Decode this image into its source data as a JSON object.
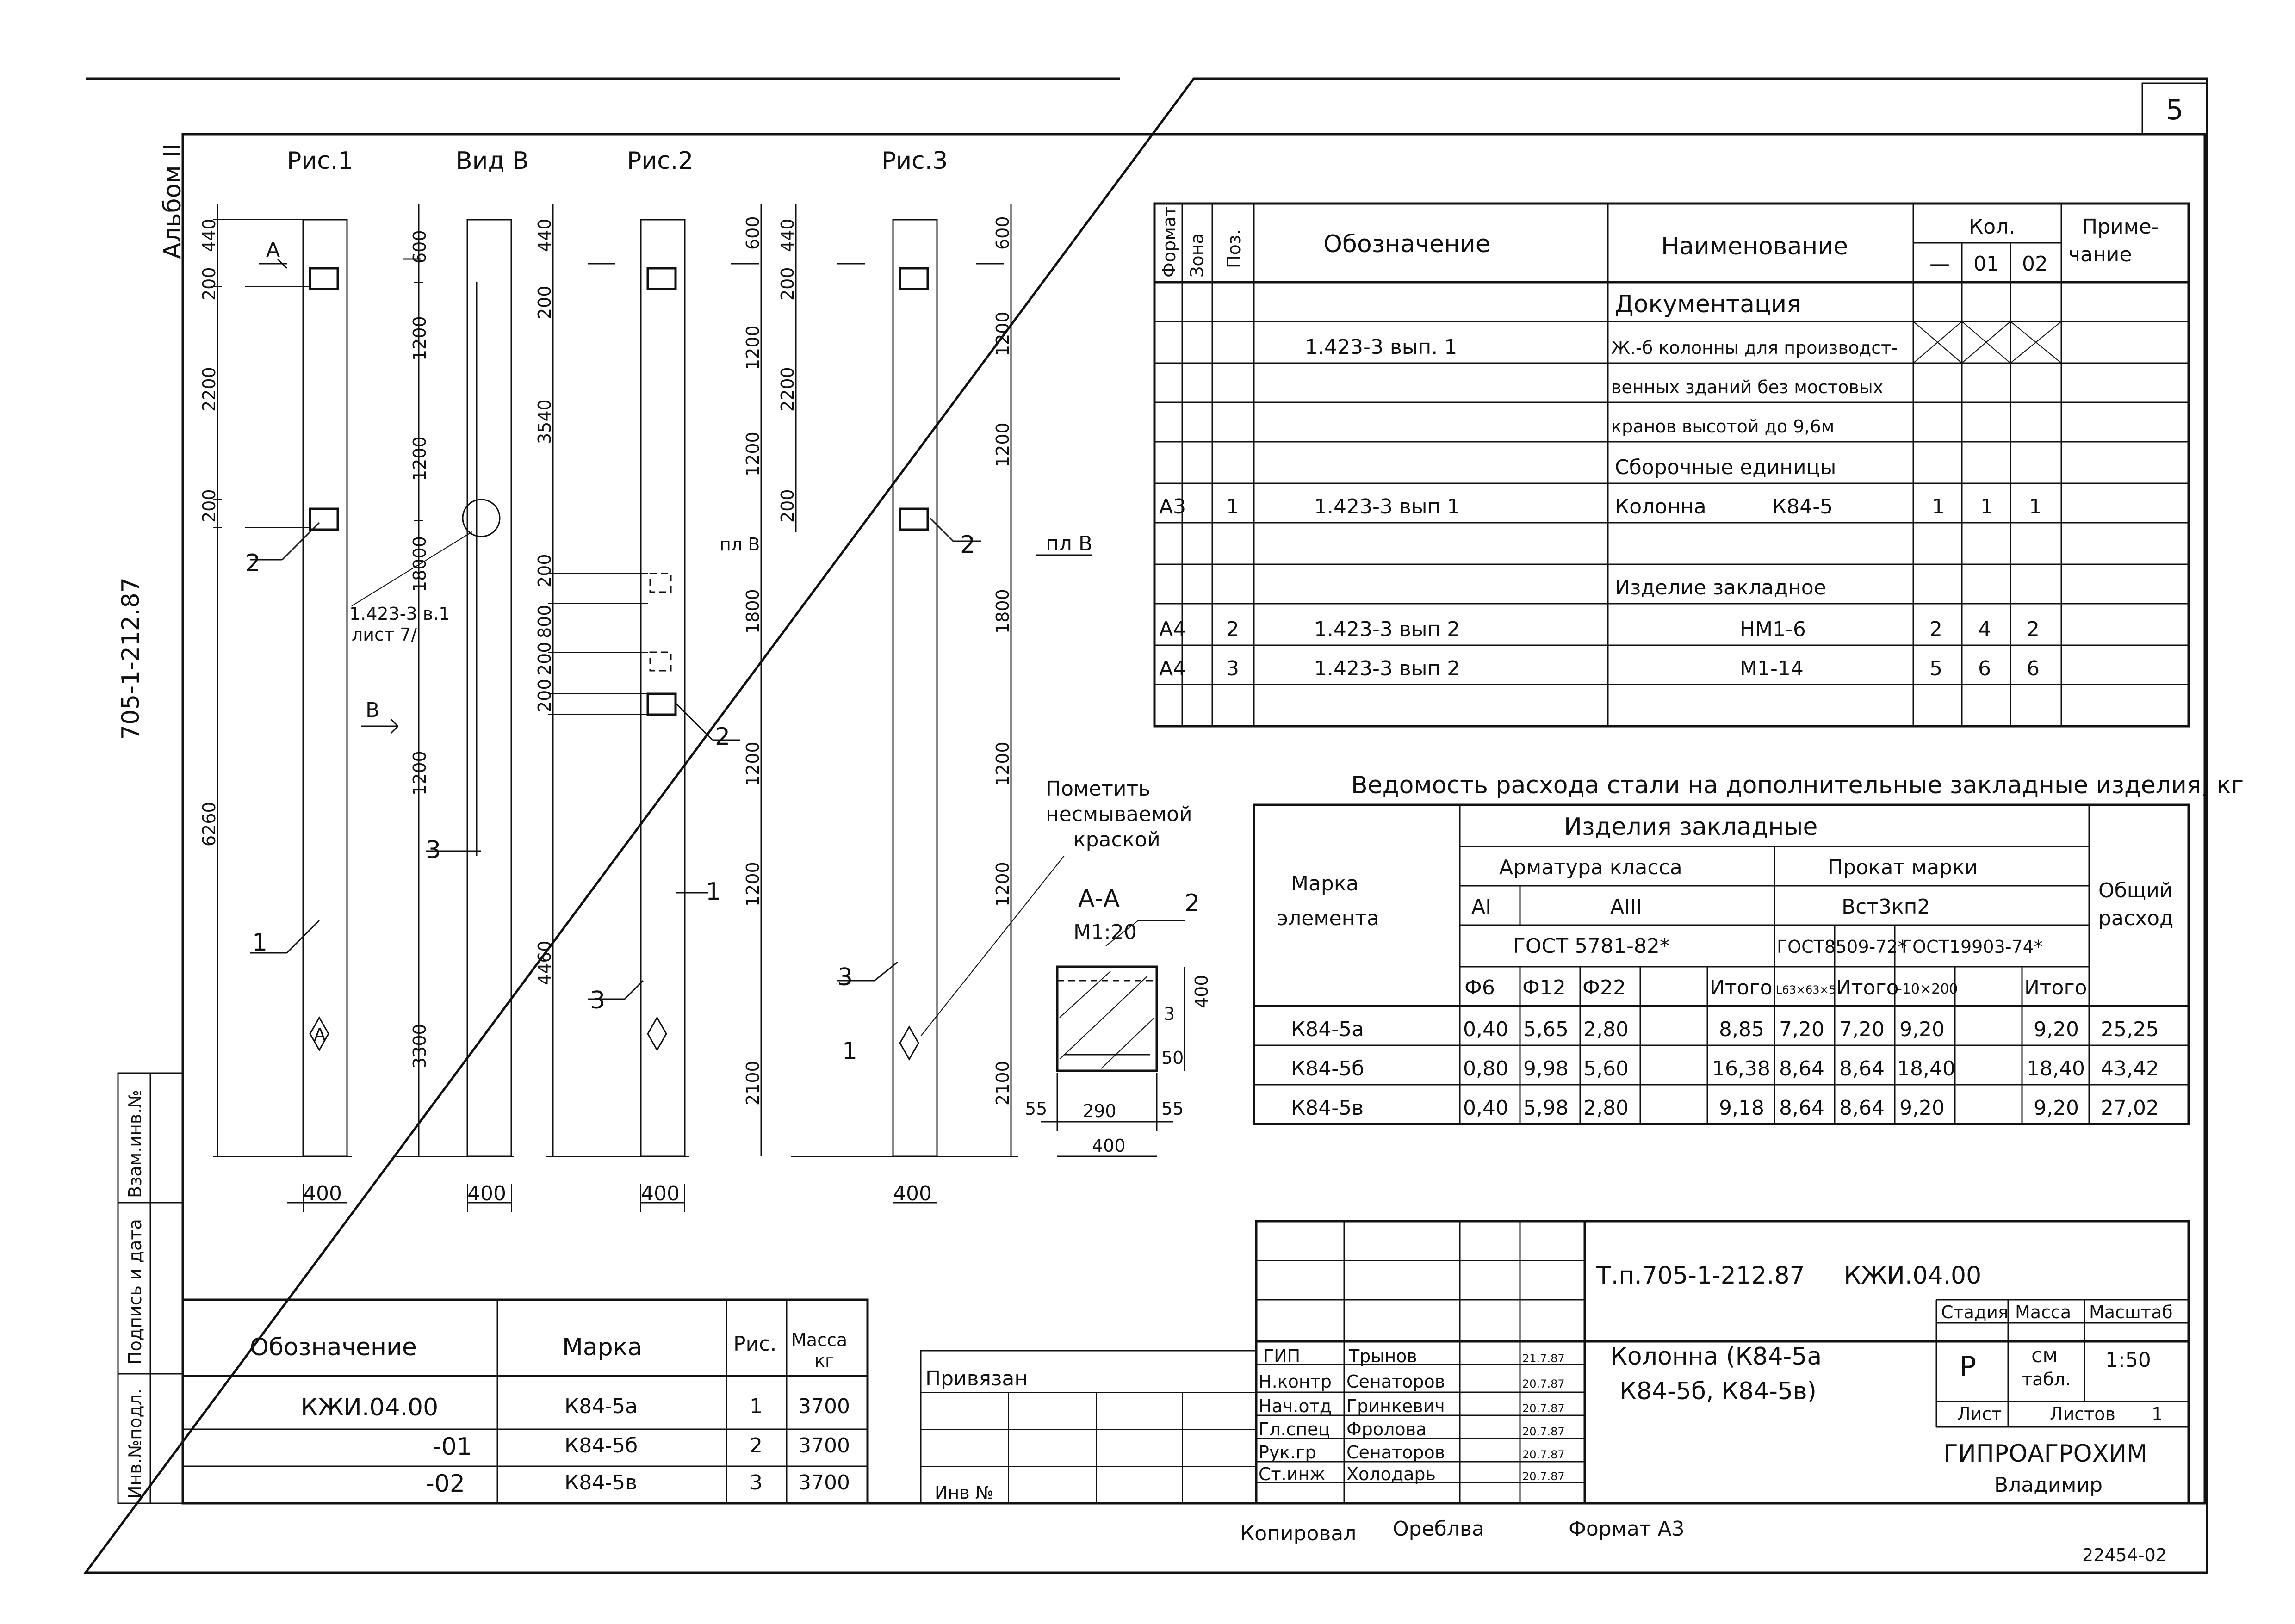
{
  "sheet_number": "5",
  "album": "Альбом II",
  "side_code": "705-1-212.87",
  "fig_titles": [
    "Рис.1",
    "Вид В",
    "Рис.2",
    "Рис.3"
  ],
  "fig1": {
    "top": "440",
    "a": "200",
    "b": "2200",
    "c": "200",
    "d": "6260",
    "pos2": "2",
    "pos1": "1",
    "sec": "А",
    "width": "400"
  },
  "vidv": {
    "top": "600",
    "a": "1200",
    "b": "1200",
    "c": "18000",
    "d": "1200",
    "e": "3300",
    "ref": "1.423-3 в.1\nлист 7/",
    "ref1": "1.423-3 в.1",
    "ref2": "лист 7/",
    "pos3": "3",
    "b_label": "В",
    "width": "400"
  },
  "fig2": {
    "top": "440",
    "a": "200",
    "b": "3540",
    "c": "200",
    "d": "800",
    "e": "200",
    "f": "200",
    "g": "4460",
    "pos2": "2",
    "pos3": "3",
    "pos1": "1",
    "dims_right": [
      "600",
      "1200",
      "1200",
      "1800",
      "1200",
      "1200",
      "2100"
    ],
    "pl": "пл В",
    "width": "400"
  },
  "fig3": {
    "top": "440",
    "a": "200",
    "b": "2200",
    "c": "200",
    "dims_right": [
      "600",
      "1200",
      "1200",
      "1800",
      "1200",
      "1200",
      "2100"
    ],
    "pos2": "2",
    "pos3": "3",
    "pos1": "1",
    "pl": "пл В",
    "width": "400"
  },
  "note": {
    "l1": "Пометить",
    "l2": "несмываемой",
    "l3": "краской"
  },
  "section": {
    "title": "А-А",
    "scale": "М1:20",
    "pos2": "2",
    "dims": [
      "55",
      "290",
      "55",
      "400",
      "400",
      "3",
      "50"
    ]
  },
  "spec": {
    "headers": {
      "format": "Формат",
      "zone": "Зона",
      "pos": "Поз.",
      "designation": "Обозначение",
      "name": "Наименование",
      "qty": "Кол.",
      "q0": "—",
      "q1": "01",
      "q2": "02",
      "note": "Приме-",
      "note2": "чание"
    },
    "sec_doc": "Документация",
    "doc_row": {
      "des": "1.423-3 вып. 1",
      "l1": "Ж.-б колонны для производст-",
      "l2": "венных зданий без мостовых",
      "l3": "кранов высотой до 9,6м"
    },
    "sec_asm": "Сборочные единицы",
    "asm_row": {
      "fmt": "А3",
      "pos": "1",
      "des": "1.423-3 вып 1",
      "name": "Колонна",
      "mark": "К84-5",
      "q0": "1",
      "q1": "1",
      "q2": "1"
    },
    "sec_emb": "Изделие закладное",
    "emb_rows": [
      {
        "fmt": "А4",
        "pos": "2",
        "des": "1.423-3 вып 2",
        "name": "НМ1-6",
        "q0": "2",
        "q1": "4",
        "q2": "2"
      },
      {
        "fmt": "А4",
        "pos": "3",
        "des": "1.423-3 вып 2",
        "name": "М1-14",
        "q0": "5",
        "q1": "6",
        "q2": "6"
      }
    ]
  },
  "steel": {
    "title": "Ведомость расхода стали на дополнительные закладные изделия, кг",
    "h_mark1": "Марка",
    "h_mark2": "элемента",
    "h_items": "Изделия закладные",
    "h_arm": "Арматура класса",
    "h_prok": "Прокат марки",
    "h_ai": "АI",
    "h_aiii": "АIII",
    "h_vst": "Вст3кп2",
    "h_gost1": "ГОСТ 5781-82*",
    "h_gost2": "ГОСТ8509-72*",
    "h_gost3": "ГОСТ19903-74*",
    "h_total1": "Общий",
    "h_total2": "расход",
    "cols": [
      "Ф6",
      "Ф12",
      "Ф22",
      "",
      "Итого",
      "L63×63×5",
      "Итого",
      "-10×200",
      "",
      "Итого"
    ],
    "rows": [
      {
        "mark": "К84-5а",
        "v": [
          "0,40",
          "5,65",
          "2,80",
          "",
          "8,85",
          "7,20",
          "7,20",
          "9,20",
          "",
          "9,20",
          "25,25"
        ]
      },
      {
        "mark": "К84-5б",
        "v": [
          "0,80",
          "9,98",
          "5,60",
          "",
          "16,38",
          "8,64",
          "8,64",
          "18,40",
          "",
          "18,40",
          "43,42"
        ]
      },
      {
        "mark": "К84-5в",
        "v": [
          "0,40",
          "5,98",
          "2,80",
          "",
          "9,18",
          "8,64",
          "8,64",
          "9,20",
          "",
          "9,20",
          "27,02"
        ]
      }
    ]
  },
  "marks_table": {
    "h": [
      "Обозначение",
      "Марка",
      "Рис.",
      "Масса",
      "кг"
    ],
    "rows": [
      {
        "des": "КЖИ.04.00",
        "mark": "К84-5а",
        "fig": "1",
        "mass": "3700"
      },
      {
        "des": "-01",
        "mark": "К84-5б",
        "fig": "2",
        "mass": "3700"
      },
      {
        "des": "-02",
        "mark": "К84-5в",
        "fig": "3",
        "mass": "3700"
      }
    ]
  },
  "side_stamp": [
    "Взам.инв.№",
    "Подпись и дата",
    "Инв.№подл."
  ],
  "privyazan": "Привязан",
  "inv": "Инв №",
  "title_block": {
    "code": "Т.п.705-1-212.87",
    "code2": "КЖИ.04.00",
    "roles": [
      {
        "role": "ГИП",
        "name": "Трынов",
        "date": "21.7.87"
      },
      {
        "role": "Н.контр",
        "name": "Сенаторов",
        "date": "20.7.87"
      },
      {
        "role": "Нач.отд",
        "name": "Гринкевич",
        "date": "20.7.87"
      },
      {
        "role": "Гл.спец",
        "name": "Фролова",
        "date": "20.7.87"
      },
      {
        "role": "Рук.гр",
        "name": "Сенаторов",
        "date": "20.7.87"
      },
      {
        "role": "Ст.инж",
        "name": "Холодарь",
        "date": "20.7.87"
      }
    ],
    "name1": "Колонна (К84-5а",
    "name2": "К84-5б, К84-5в)",
    "stage_h": "Стадия",
    "mass_h": "Масса",
    "scale_h": "Масштаб",
    "stage": "Р",
    "mass1": "см",
    "mass2": "табл.",
    "scale": "1:50",
    "sheet_h": "Лист",
    "sheets_h": "Листов",
    "sheets": "1",
    "org": "ГИПРОАГРОХИМ",
    "city": "Владимир"
  },
  "footer": {
    "copied": "Копировал",
    "copier": "Ореблва",
    "format": "Формат А3",
    "archive": "22454-02"
  }
}
